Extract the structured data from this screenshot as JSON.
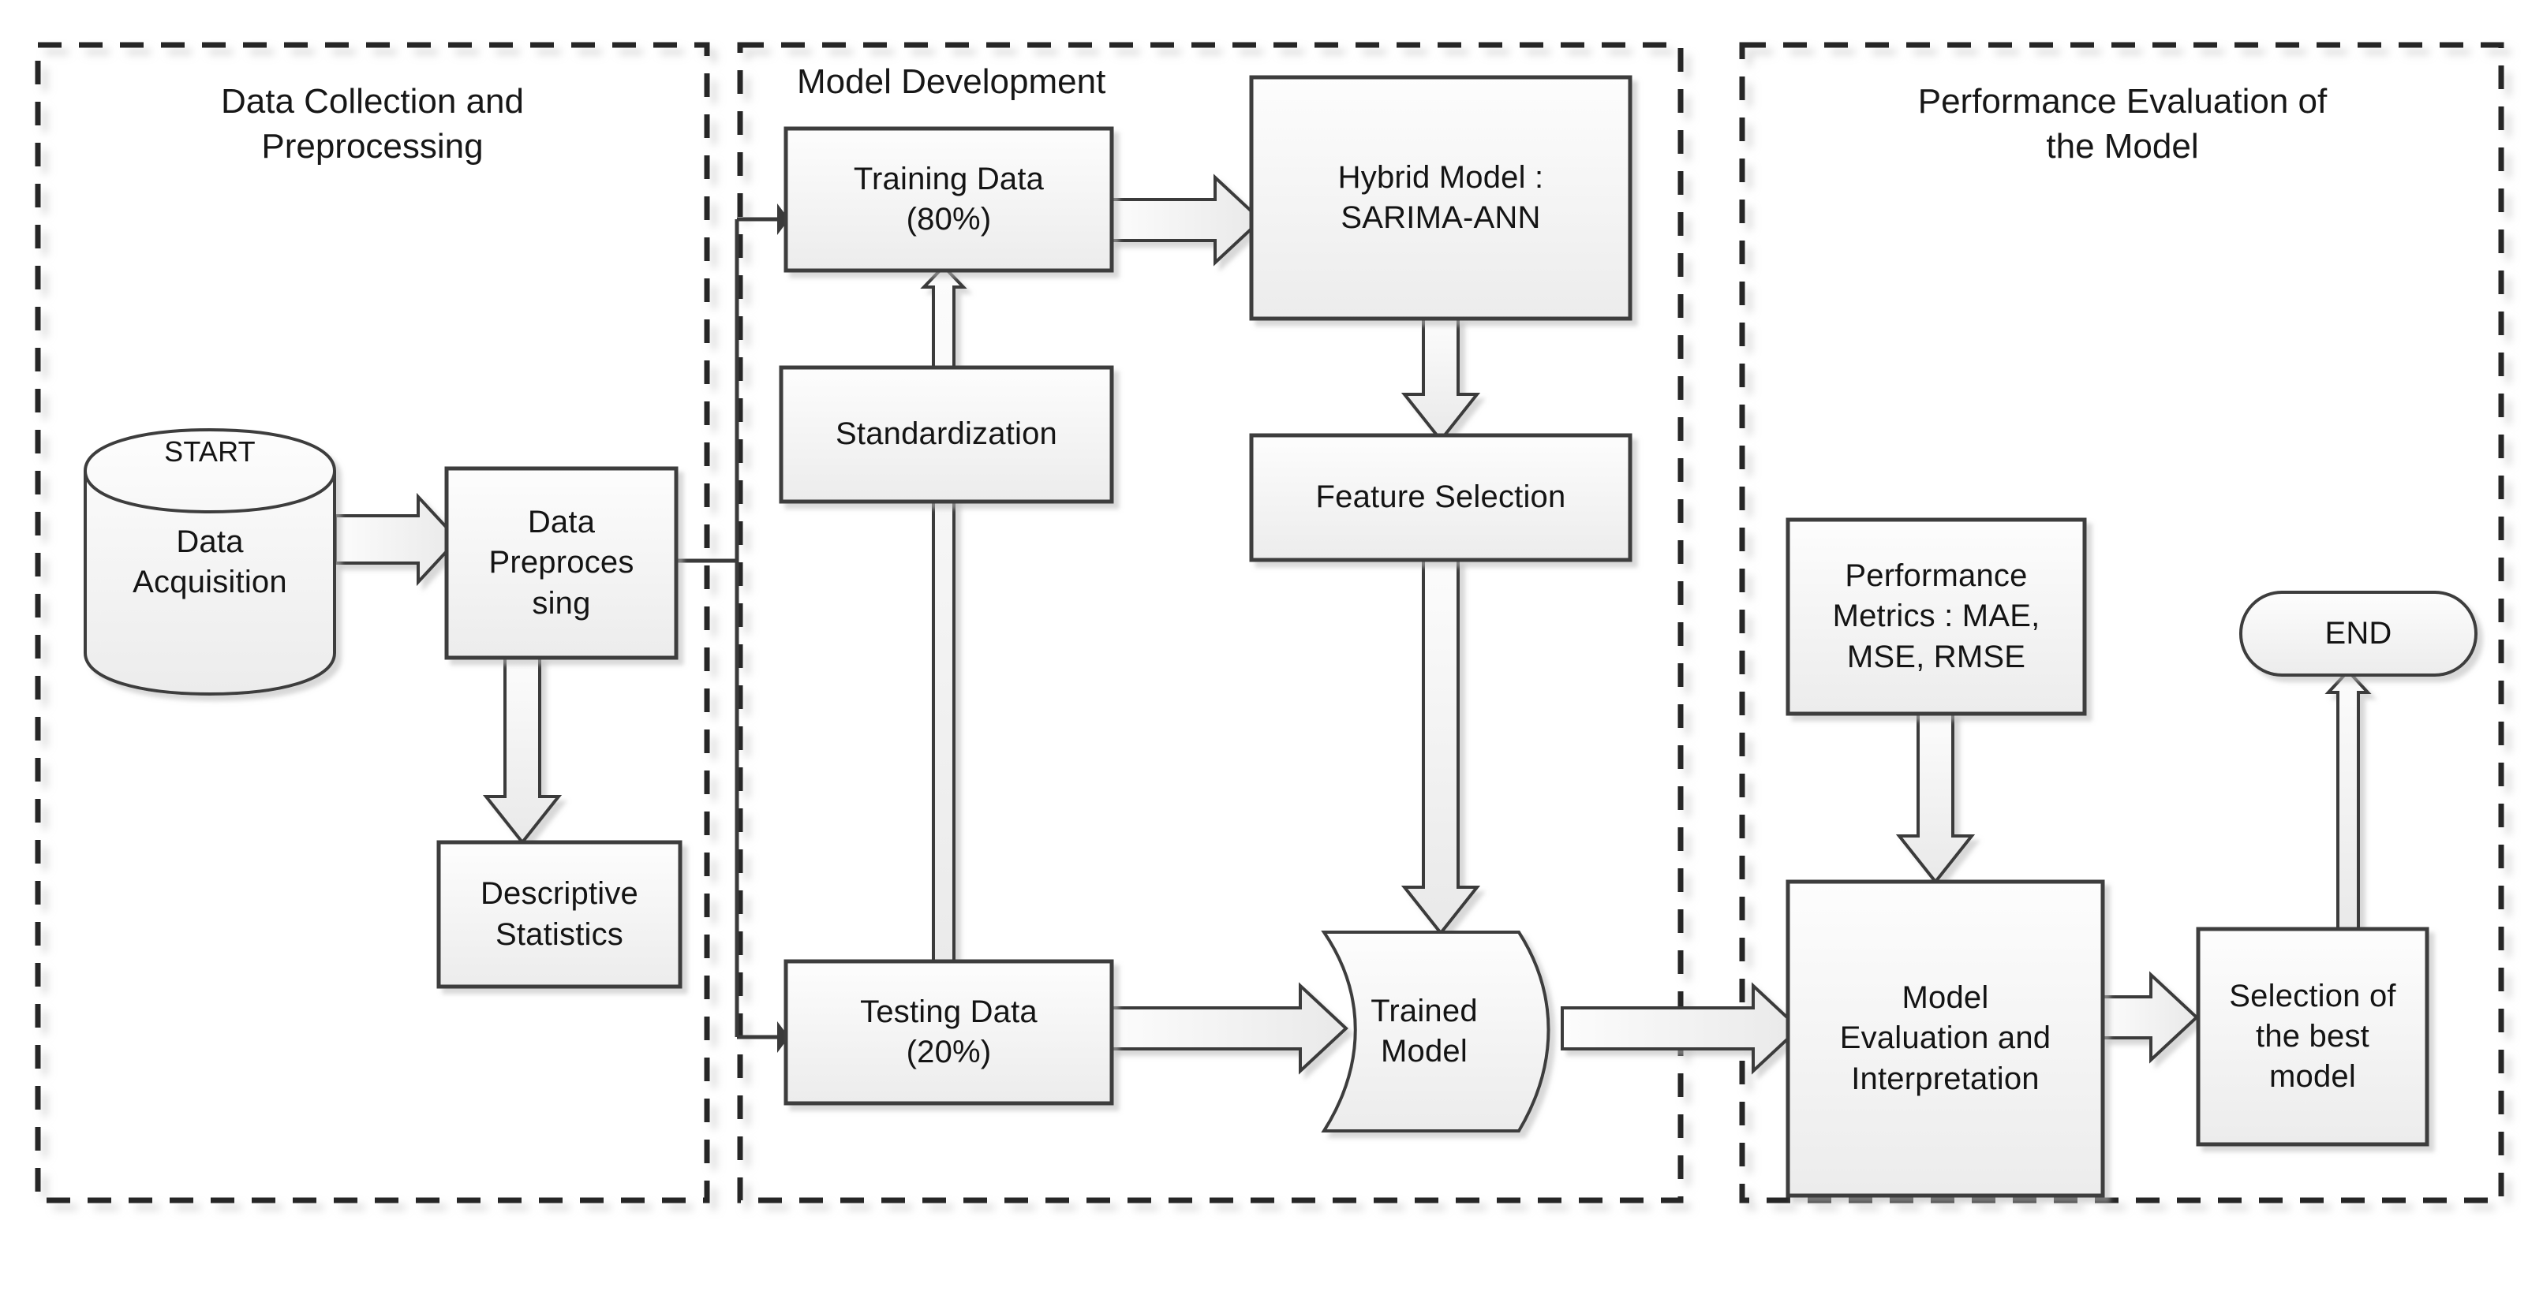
{
  "figure": {
    "type": "flowchart",
    "background": "#ffffff",
    "node_fill_top": "#fbfbfb",
    "node_fill_bottom": "#eeeeee",
    "node_stroke": "#404040",
    "arrow_stroke": "#3a3a3a",
    "panel_stroke": "#262626",
    "text_color": "#141414"
  },
  "panels": [
    {
      "id": "panel-data-collection",
      "title": "Data Collection and\nPreprocessing"
    },
    {
      "id": "panel-model-development",
      "title": "Model Development"
    },
    {
      "id": "panel-performance-evaluation",
      "title": "Performance Evaluation of\nthe Model"
    }
  ],
  "nodes": [
    {
      "id": "start-database",
      "shape": "cylinder",
      "cap_label": "START",
      "label": "Data\nAcquisition"
    },
    {
      "id": "data-preprocessing",
      "shape": "rectangle",
      "label": "Data\nPreproces\nsing"
    },
    {
      "id": "descriptive-statistics",
      "shape": "rectangle",
      "label": "Descriptive\nStatistics"
    },
    {
      "id": "training-data",
      "shape": "rectangle",
      "label": "Training Data\n(80%)"
    },
    {
      "id": "standardization",
      "shape": "rectangle",
      "label": "Standardization"
    },
    {
      "id": "testing-data",
      "shape": "rectangle",
      "label": "Testing Data\n(20%)"
    },
    {
      "id": "hybrid-model",
      "shape": "rectangle",
      "label": "Hybrid Model :\nSARIMA-ANN"
    },
    {
      "id": "feature-selection",
      "shape": "rectangle",
      "label": "Feature Selection"
    },
    {
      "id": "trained-model",
      "shape": "delay",
      "label": "Trained\nModel"
    },
    {
      "id": "performance-metrics",
      "shape": "rectangle",
      "label": "Performance\nMetrics : MAE,\nMSE, RMSE"
    },
    {
      "id": "model-evaluation",
      "shape": "rectangle",
      "label": "Model\nEvaluation and\nInterpretation"
    },
    {
      "id": "best-model-selection",
      "shape": "rectangle",
      "label": "Selection of\nthe best\nmodel"
    },
    {
      "id": "end-terminator",
      "shape": "stadium",
      "label": "END"
    }
  ],
  "edges": [
    {
      "id": "edge-acquisition-to-preprocessing",
      "from": "start-database",
      "to": "data-preprocessing",
      "style": "block-arrow",
      "direction": "right"
    },
    {
      "id": "edge-preprocessing-to-descriptive",
      "from": "data-preprocessing",
      "to": "descriptive-statistics",
      "style": "block-arrow",
      "direction": "down"
    },
    {
      "id": "edge-preprocessing-to-training",
      "from": "data-preprocessing",
      "to": "training-data",
      "style": "thin-arrow",
      "direction": "right"
    },
    {
      "id": "edge-preprocessing-to-testing",
      "from": "data-preprocessing",
      "to": "testing-data",
      "style": "thin-arrow",
      "direction": "right"
    },
    {
      "id": "edge-standardization-both",
      "from": "standardization",
      "to": "training-data / testing-data",
      "style": "block-double-arrow",
      "direction": "vertical"
    },
    {
      "id": "edge-training-to-hybrid",
      "from": "training-data",
      "to": "hybrid-model",
      "style": "block-arrow",
      "direction": "right"
    },
    {
      "id": "edge-hybrid-to-feature",
      "from": "hybrid-model",
      "to": "feature-selection",
      "style": "block-arrow",
      "direction": "down"
    },
    {
      "id": "edge-feature-to-trained",
      "from": "feature-selection",
      "to": "trained-model",
      "style": "block-arrow",
      "direction": "down"
    },
    {
      "id": "edge-testing-to-trained",
      "from": "testing-data",
      "to": "trained-model",
      "style": "block-arrow",
      "direction": "right"
    },
    {
      "id": "edge-trained-to-evaluation",
      "from": "trained-model",
      "to": "model-evaluation",
      "style": "block-arrow",
      "direction": "right"
    },
    {
      "id": "edge-metrics-to-evaluation",
      "from": "performance-metrics",
      "to": "model-evaluation",
      "style": "block-arrow",
      "direction": "down"
    },
    {
      "id": "edge-evaluation-to-selection",
      "from": "model-evaluation",
      "to": "best-model-selection",
      "style": "block-arrow",
      "direction": "right"
    },
    {
      "id": "edge-selection-to-end",
      "from": "best-model-selection",
      "to": "end-terminator",
      "style": "block-arrow",
      "direction": "up"
    }
  ]
}
